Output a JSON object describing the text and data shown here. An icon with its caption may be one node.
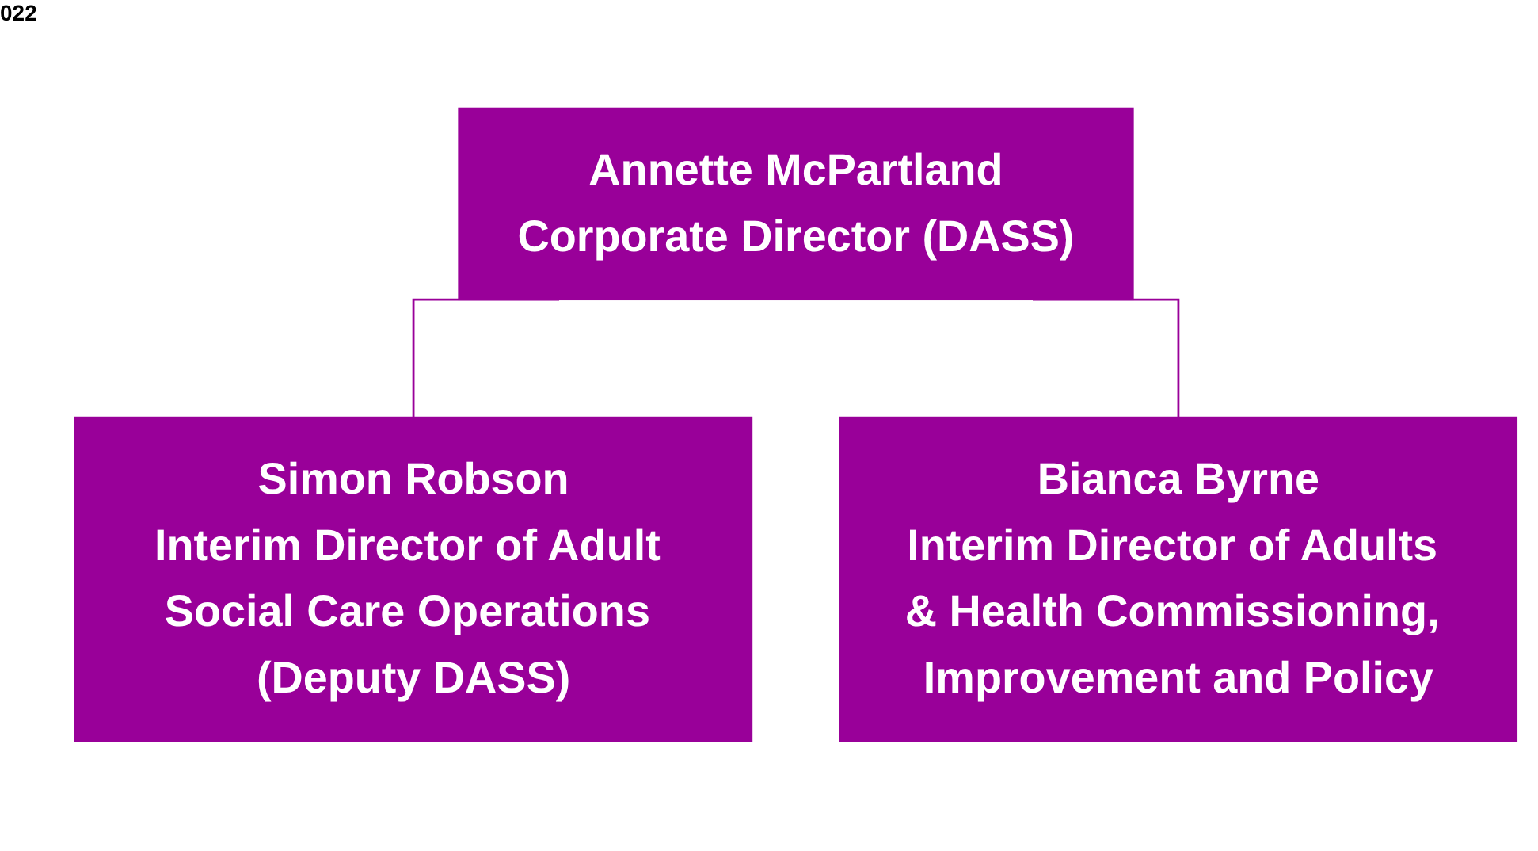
{
  "diagram": {
    "nodes": [
      {
        "text": [
          "Annette McPartland",
          "Corporate Director (DASS)"
        ]
      },
      {
        "text": [
          "Simon Robson",
          "Interim Director of Adult Social Care Operations (Deputy DASS)"
        ]
      },
      {
        "text": [
          "Bianca Byrne",
          "Interim Director of Adults & Health Commissioning, Improvement and Policy"
        ]
      }
    ],
    "edges": [
      {
        "from": 0,
        "to": 1,
        "arrow": "none"
      },
      {
        "from": 0,
        "to": 2,
        "arrow": "none"
      }
    ],
    "labels": [
      "022"
    ]
  }
}
